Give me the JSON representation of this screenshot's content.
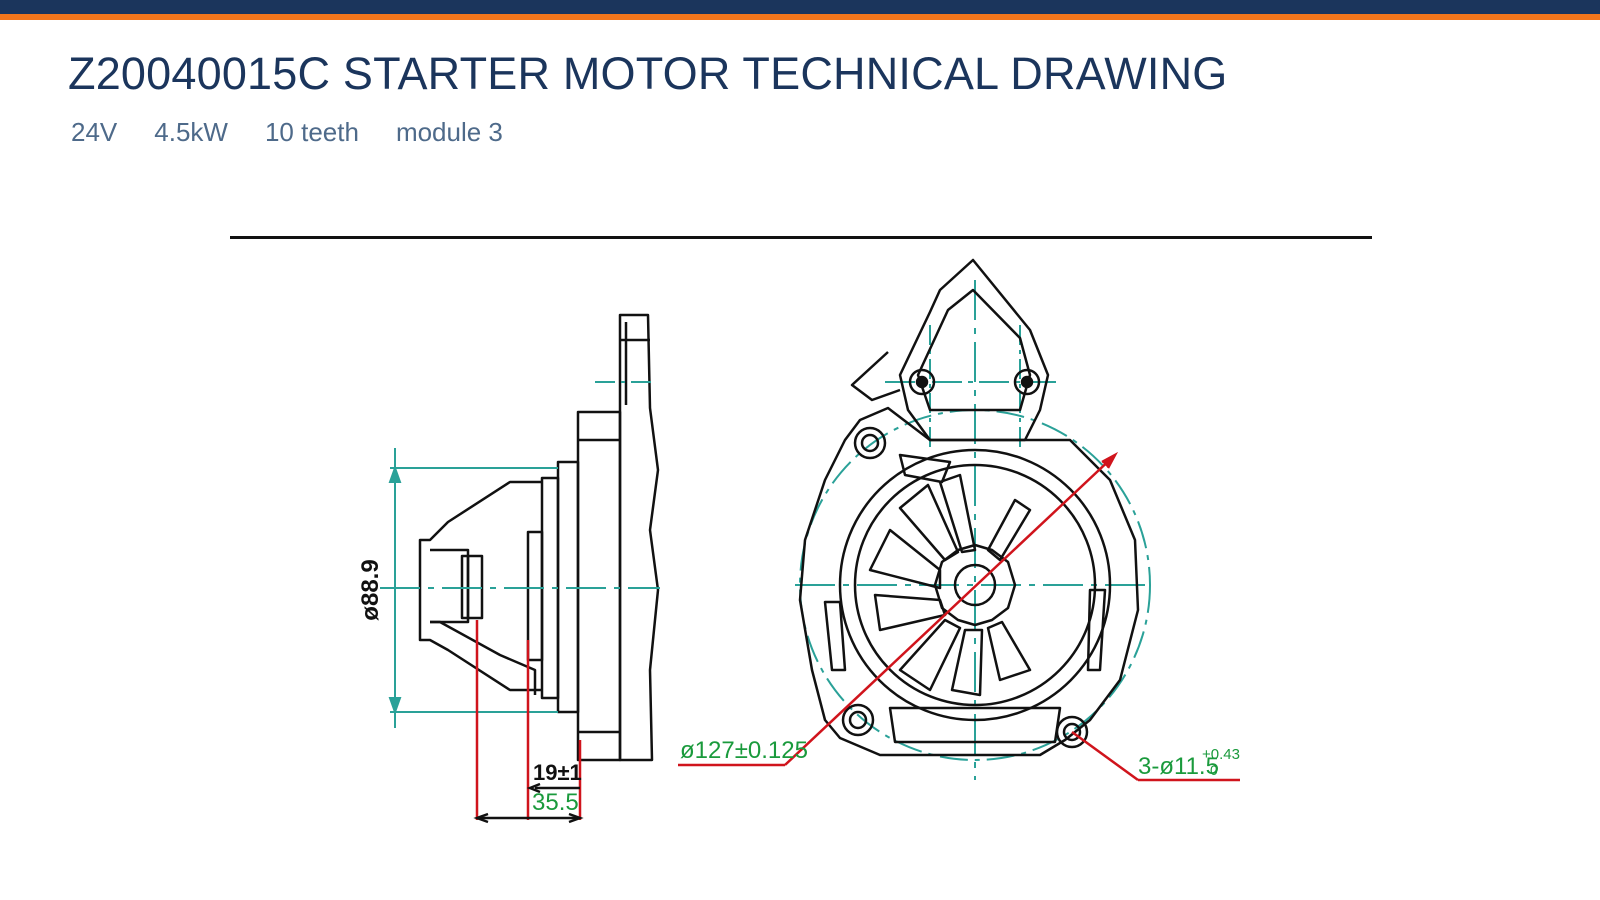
{
  "header": {
    "title": "Z20040015C STARTER MOTOR TECHNICAL DRAWING",
    "specs": [
      "24V",
      "4.5kW",
      "10 teeth",
      "module 3"
    ]
  },
  "drawing": {
    "labels": {
      "flange_diameter": "ø127±0.125",
      "holes": "3-ø11.5",
      "holes_tol_upper": "+0.43",
      "holes_tol_lower": "0",
      "pinion_offset": "19±1",
      "shaft_length": "35.5",
      "pilot_diameter": "ø88.9"
    }
  },
  "colors": {
    "navy": "#1b355c",
    "orange": "#f2761c",
    "line": "#111111",
    "centerline": "#2aa198",
    "dimension_red": "#d0141c",
    "dimension_green": "#1a9a3c"
  }
}
